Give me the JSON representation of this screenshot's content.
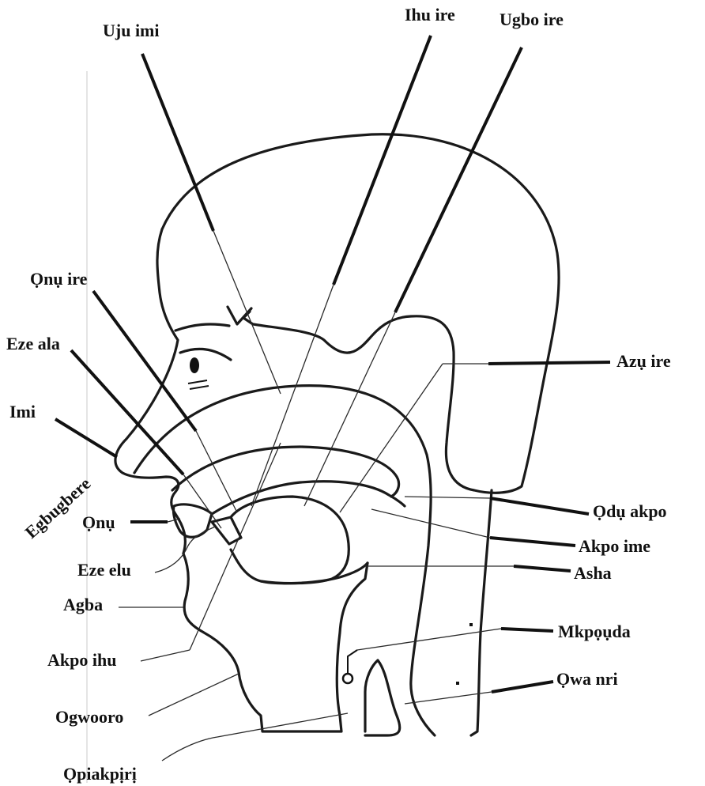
{
  "colors": {
    "ink": "#111111",
    "background": "#ffffff"
  },
  "labels": {
    "uju_imi": "Uju imi",
    "ihu_ire": "Ihu ire",
    "ugbo_ire": "Ugbo ire",
    "onu_ire": "Ọnụ ire",
    "eze_ala": "Eze ala",
    "imi": "Imi",
    "egbugbere": "Egbugbere",
    "onu": "Ọnụ",
    "eze_elu": "Eze elu",
    "agba": "Agba",
    "akpo_ihu": "Akpo ihu",
    "ogwooro": "Ogwooro",
    "opiakpiri": "Ọpiakpịrị",
    "azu_ire": "Azụ ire",
    "odu_akpo": "Ọdụ akpo",
    "akpo_ime": "Akpo ime",
    "asha": "Asha",
    "mkpouda": "Mkpọụda",
    "owa_nri": "Ọwa nri"
  }
}
